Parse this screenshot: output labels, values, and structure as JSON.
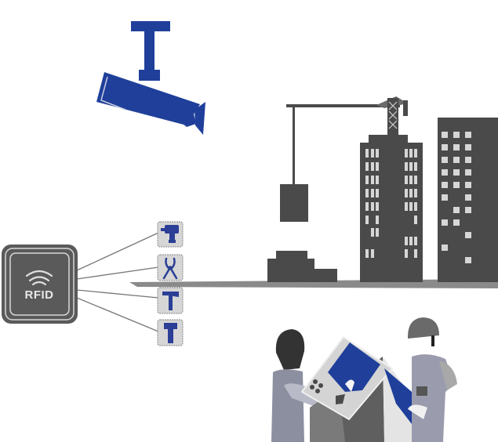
{
  "scene": {
    "description": "Construction site asset tracking illustration",
    "colors": {
      "brand_blue": "#1f3f9a",
      "dark_gray": "#4a4a4a",
      "mid_gray": "#7a7a7a",
      "light_gray": "#d6d6d6",
      "window": "#cfcfcf",
      "ground": "#8a8a8a",
      "background": "#ffffff"
    }
  },
  "camera": {
    "icon": "security-camera-icon"
  },
  "rfid": {
    "label": "RFID",
    "icon": "wireless-signal-icon"
  },
  "tools": [
    {
      "name": "drill",
      "icon": "drill-icon"
    },
    {
      "name": "pliers",
      "icon": "pliers-icon"
    },
    {
      "name": "hammer",
      "icon": "hammer-icon"
    },
    {
      "name": "mallet",
      "icon": "mallet-icon"
    }
  ],
  "construction": {
    "crane": "tower-crane-icon",
    "buildings": [
      "building-under-construction",
      "completed-building"
    ]
  },
  "workers": {
    "left": "worker-with-tablet",
    "right": "worker-with-hardhat"
  }
}
